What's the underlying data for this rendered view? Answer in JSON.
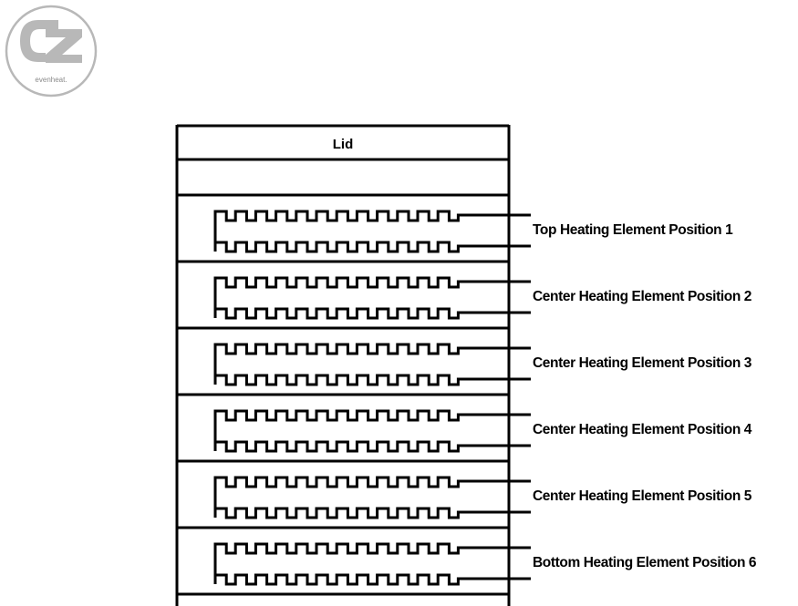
{
  "logo": {
    "mark": "cz",
    "wordmark": "evenheat.",
    "color": "#b8b8b8"
  },
  "kiln": {
    "lid_label": "Lid",
    "line_color": "#000000",
    "positions": [
      {
        "label": "Top Heating Element Position 1"
      },
      {
        "label": "Center Heating Element Position 2"
      },
      {
        "label": "Center Heating Element Position 3"
      },
      {
        "label": "Center Heating Element Position 4"
      },
      {
        "label": "Center Heating Element Position 5"
      },
      {
        "label": "Bottom Heating Element Position 6"
      }
    ]
  }
}
